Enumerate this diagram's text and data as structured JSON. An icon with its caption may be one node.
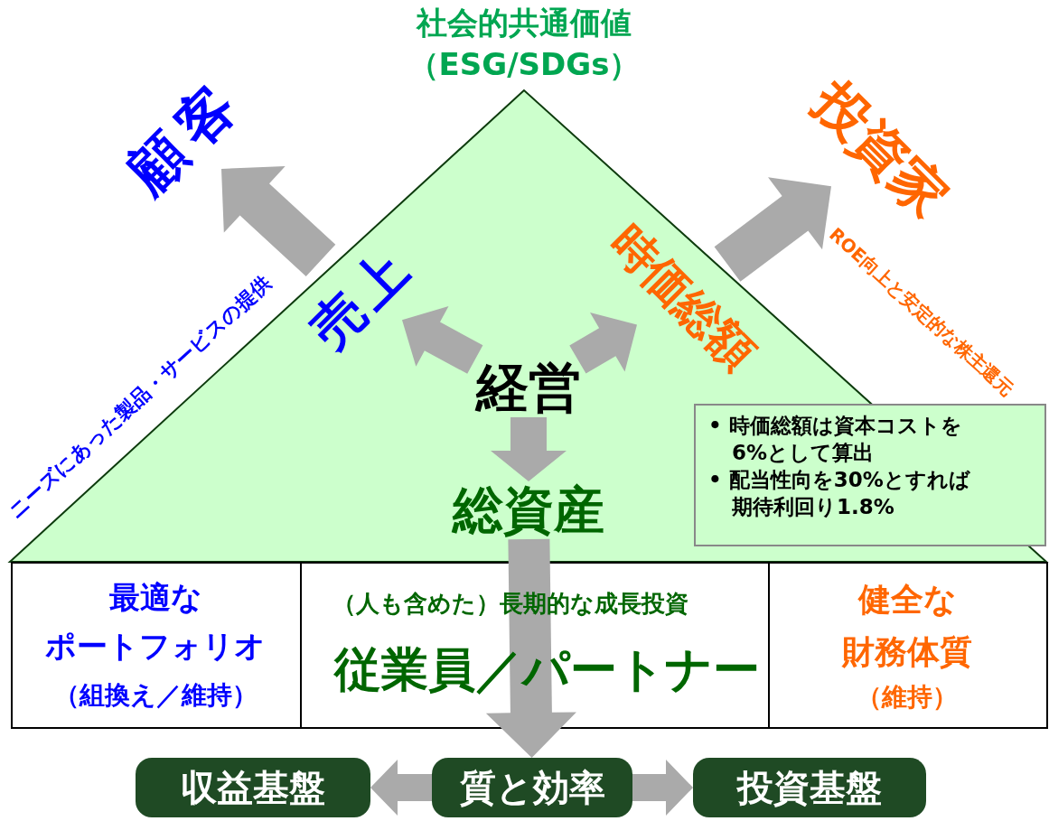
{
  "diagram": {
    "nodes": [
      {
        "text": [
          "社会的共通価値",
          "（ESG/SDGs）"
        ]
      },
      {
        "text": [
          "顧客"
        ]
      },
      {
        "text": [
          "投資家"
        ]
      },
      {
        "text": [
          "売上"
        ],
        "in": 0
      },
      {
        "text": [
          "経営"
        ],
        "in": 0
      },
      {
        "text": [
          "時価総額"
        ],
        "in": 0
      },
      {
        "text": [
          "総資産"
        ],
        "in": 0
      },
      {
        "text": [
          "• 時価総額は資本コストを6%として算出",
          "• 配当性向を30%とすれば期待利回り1.8%"
        ],
        "in": 0
      },
      {
        "text": [
          "最適な",
          "ポートフォリオ",
          "（組換え／維持）"
        ]
      },
      {
        "text": [
          "（人も含めた）長期的な成長投資",
          "従業員／パートナー"
        ]
      },
      {
        "text": [
          "健全な",
          "財務体質",
          "（維持）"
        ]
      },
      {
        "text": [
          "収益基盤"
        ]
      },
      {
        "text": [
          "質と効率"
        ]
      },
      {
        "text": [
          "投資基盤"
        ]
      }
    ],
    "edges": [
      {
        "from": 3,
        "to": 1,
        "arrow": "to",
        "label": "ニーズにあった製品・サービスの提供"
      },
      {
        "from": 5,
        "to": 2,
        "arrow": "to",
        "label": "ROE向上と安定的な株主還元"
      },
      {
        "from": 4,
        "to": 3,
        "arrow": "to"
      },
      {
        "from": 4,
        "to": 5,
        "arrow": "to"
      },
      {
        "from": 4,
        "to": 6,
        "arrow": "to"
      },
      {
        "from": 6,
        "to": 12,
        "arrow": "to"
      },
      {
        "from": 12,
        "to": 11,
        "arrow": "to"
      },
      {
        "from": 12,
        "to": 13,
        "arrow": "to"
      }
    ]
  }
}
